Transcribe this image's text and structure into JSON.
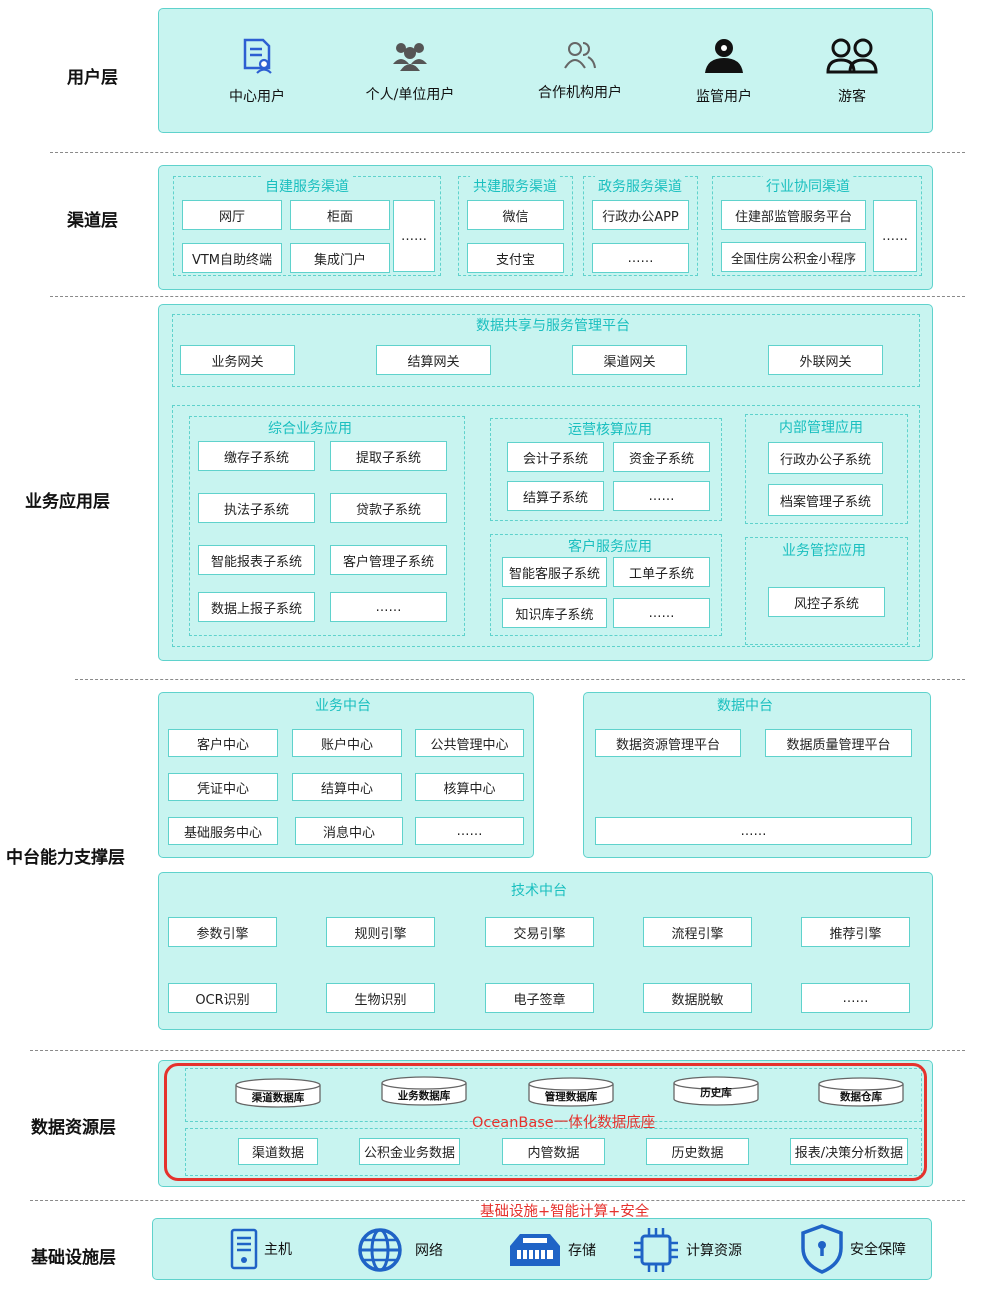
{
  "layers": {
    "user": "用户层",
    "channel": "渠道层",
    "app": "业务应用层",
    "middle": "中台能力支撑层",
    "data": "数据资源层",
    "infra": "基础设施层"
  },
  "user_layer": {
    "items": [
      {
        "label": "中心用户",
        "icon": "document-user-icon"
      },
      {
        "label": "个人/单位用户",
        "icon": "group-icon"
      },
      {
        "label": "合作机构用户",
        "icon": "two-users-outline-icon"
      },
      {
        "label": "监管用户",
        "icon": "supervisor-icon"
      },
      {
        "label": "游客",
        "icon": "guest-icon"
      }
    ]
  },
  "channel_layer": {
    "self_built": {
      "title": "自建服务渠道",
      "items": [
        "网厅",
        "柜面",
        "VTM自助终端",
        "集成门户",
        "……"
      ]
    },
    "shared": {
      "title": "共建服务渠道",
      "items": [
        "微信",
        "支付宝"
      ]
    },
    "gov": {
      "title": "政务服务渠道",
      "items": [
        "行政办公APP",
        "……"
      ]
    },
    "industry": {
      "title": "行业协同渠道",
      "items": [
        "住建部监管服务平台",
        "全国住房公积金小程序",
        "……"
      ]
    }
  },
  "app_layer": {
    "platform": {
      "title": "数据共享与服务管理平台",
      "items": [
        "业务网关",
        "结算网关",
        "渠道网关",
        "外联网关"
      ]
    },
    "integrated": {
      "title": "综合业务应用",
      "items": [
        "缴存子系统",
        "提取子系统",
        "执法子系统",
        "贷款子系统",
        "智能报表子系统",
        "客户管理子系统",
        "数据上报子系统",
        "……"
      ]
    },
    "operation": {
      "title": "运营核算应用",
      "items": [
        "会计子系统",
        "资金子系统",
        "结算子系统",
        "……"
      ]
    },
    "customer": {
      "title": "客户服务应用",
      "items": [
        "智能客服子系统",
        "工单子系统",
        "知识库子系统",
        "……"
      ]
    },
    "internal": {
      "title": "内部管理应用",
      "items": [
        "行政办公子系统",
        "档案管理子系统"
      ]
    },
    "control": {
      "title": "业务管控应用",
      "items": [
        "风控子系统"
      ]
    }
  },
  "middle_layer": {
    "business": {
      "title": "业务中台",
      "items": [
        "客户中心",
        "账户中心",
        "公共管理中心",
        "凭证中心",
        "结算中心",
        "核算中心",
        "基础服务中心",
        "消息中心",
        "……"
      ]
    },
    "data": {
      "title": "数据中台",
      "items": [
        "数据资源管理平台",
        "数据质量管理平台",
        "……"
      ]
    },
    "tech": {
      "title": "技术中台",
      "items": [
        "参数引擎",
        "规则引擎",
        "交易引擎",
        "流程引擎",
        "推荐引擎",
        "OCR识别",
        "生物识别",
        "电子签章",
        "数据脱敏",
        "……"
      ]
    }
  },
  "data_layer": {
    "databases": [
      "渠道数据库",
      "业务数据库",
      "管理数据库",
      "历史库",
      "数据仓库"
    ],
    "oceanbase_label": "OceanBase一体化数据底座",
    "data_items": [
      "渠道数据",
      "公积金业务数据",
      "内管数据",
      "历史数据",
      "报表/决策分析数据"
    ],
    "highlight_color": "#e5322d"
  },
  "infra_layer": {
    "caption": "基础设施+智能计算+安全",
    "items": [
      {
        "label": "主机",
        "icon": "server-icon"
      },
      {
        "label": "网络",
        "icon": "globe-icon"
      },
      {
        "label": "存储",
        "icon": "storage-icon"
      },
      {
        "label": "计算资源",
        "icon": "chip-icon"
      },
      {
        "label": "安全保障",
        "icon": "shield-icon"
      }
    ]
  },
  "colors": {
    "panel_fill": "#c8f4f0",
    "panel_border": "#5fd2cc",
    "title_teal": "#1abfbf"
  }
}
